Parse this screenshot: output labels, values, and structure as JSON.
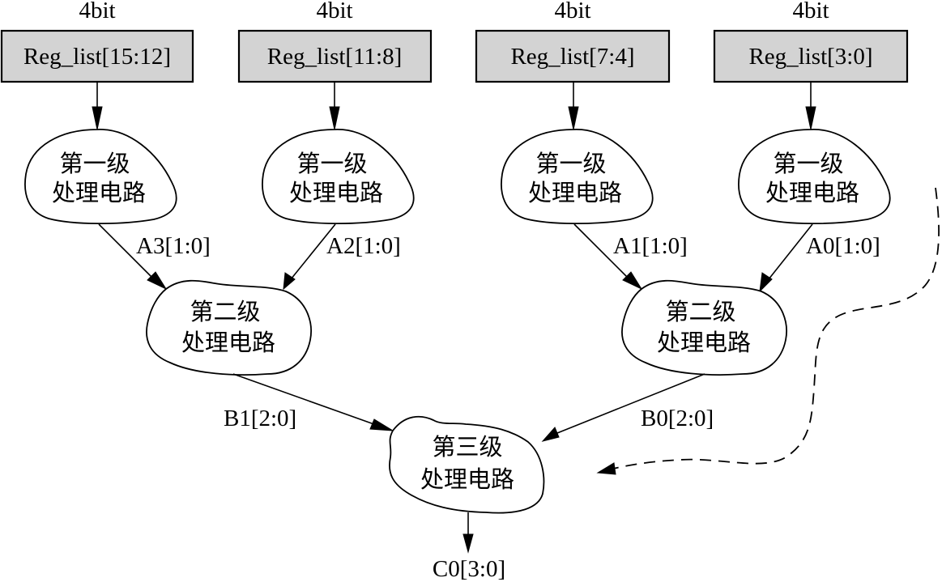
{
  "diagram": {
    "registers": [
      {
        "width_label": "4bit",
        "name": "Reg_list[15:12]"
      },
      {
        "width_label": "4bit",
        "name": "Reg_list[11:8]"
      },
      {
        "width_label": "4bit",
        "name": "Reg_list[7:4]"
      },
      {
        "width_label": "4bit",
        "name": "Reg_list[3:0]"
      }
    ],
    "stage1": [
      {
        "line1": "第一级",
        "line2": "处理电路"
      },
      {
        "line1": "第一级",
        "line2": "处理电路"
      },
      {
        "line1": "第一级",
        "line2": "处理电路"
      },
      {
        "line1": "第一级",
        "line2": "处理电路"
      }
    ],
    "stage1_outputs": [
      "A3[1:0]",
      "A2[1:0]",
      "A1[1:0]",
      "A0[1:0]"
    ],
    "stage2": [
      {
        "line1": "第二级",
        "line2": "处理电路"
      },
      {
        "line1": "第二级",
        "line2": "处理电路"
      }
    ],
    "stage2_outputs": [
      "B1[2:0]",
      "B0[2:0]"
    ],
    "stage3": {
      "line1": "第三级",
      "line2": "处理电路"
    },
    "final_output": "C0[3:0]",
    "colors": {
      "register_fill": "#d3d3d3",
      "stroke": "#000000",
      "background": "#ffffff"
    }
  }
}
